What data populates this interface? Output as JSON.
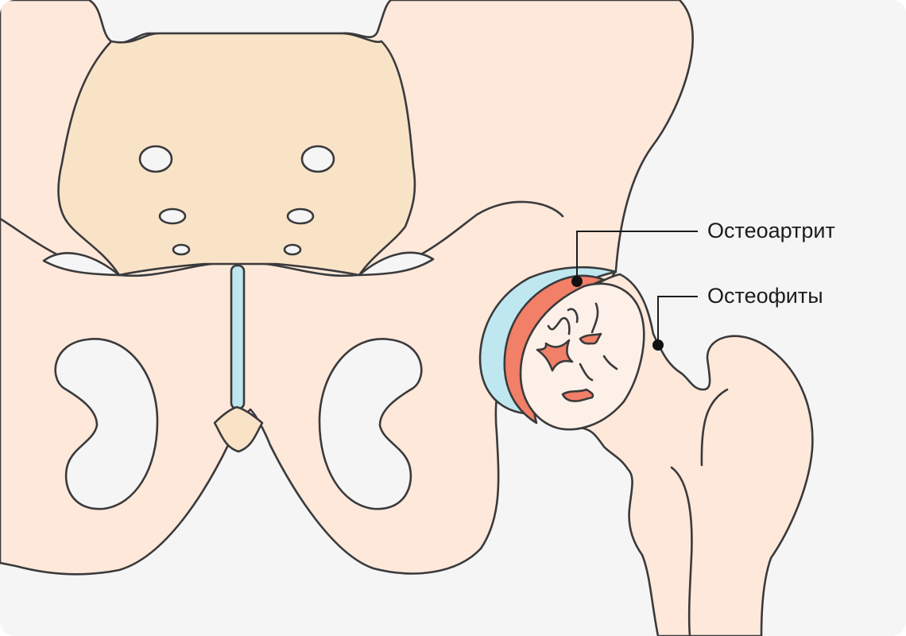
{
  "diagram": {
    "colors": {
      "bone": "#fde8da",
      "sacrum": "#f9e3c7",
      "cartilage": "#bfe7f0",
      "inflammation": "#f27f67",
      "outline": "#3a3a3c",
      "background": "#f5f5f5",
      "cavity": "#f5f5f5"
    },
    "callouts": [
      {
        "id": "osteoarthritis",
        "label": "Остеоартрит"
      },
      {
        "id": "osteophytes",
        "label": "Остеофиты"
      }
    ]
  }
}
